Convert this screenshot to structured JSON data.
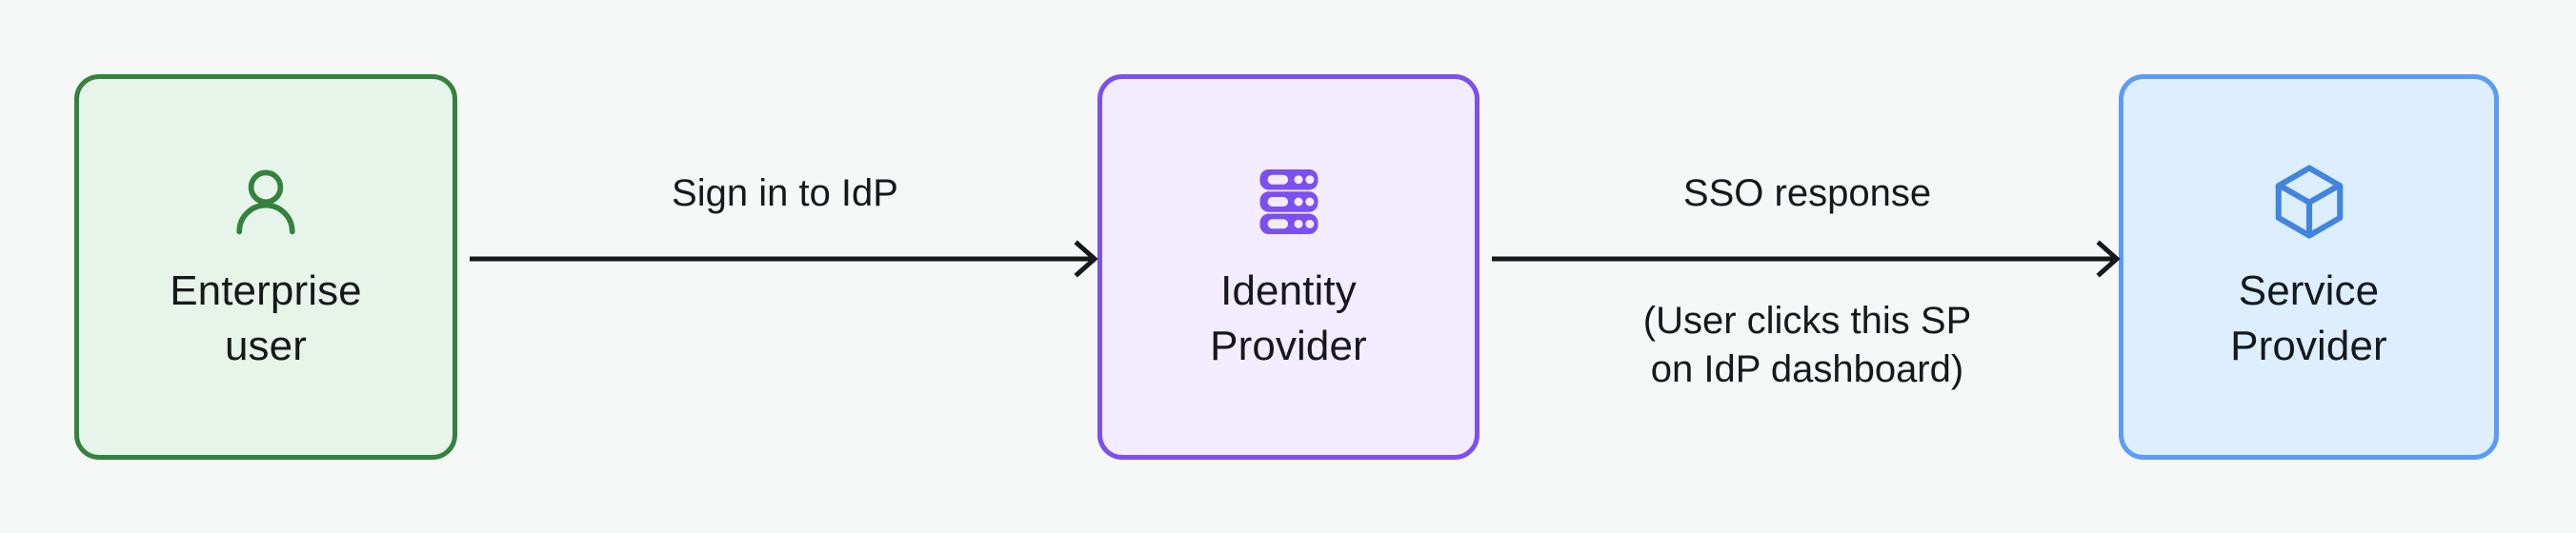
{
  "diagram": {
    "type": "flow",
    "background_color": "#f6f7f7",
    "nodes": [
      {
        "id": "enterprise-user",
        "label": "Enterprise\nuser",
        "icon": "user-icon",
        "border_color": "#33823d",
        "fill_color": "#e7f4ea",
        "icon_color": "#33823d"
      },
      {
        "id": "identity-provider",
        "label": "Identity\nProvider",
        "icon": "server-stack-icon",
        "border_color": "#7c4ff0",
        "fill_color": "#f3ecfe",
        "icon_color": "#7c4ff0"
      },
      {
        "id": "service-provider",
        "label": "Service\nProvider",
        "icon": "cube-icon",
        "border_color": "#5b9cf8",
        "fill_color": "#ddeeff",
        "icon_color": "#4285e0"
      }
    ],
    "edges": [
      {
        "id": "signin",
        "from": "enterprise-user",
        "to": "identity-provider",
        "label_above": "Sign in to IdP",
        "label_below": "",
        "color": "#16191c"
      },
      {
        "id": "ssoresp",
        "from": "identity-provider",
        "to": "service-provider",
        "label_above": "SSO response",
        "label_below": "(User clicks this SP\non IdP dashboard)",
        "color": "#16191c"
      }
    ],
    "text_color": "#16191c"
  }
}
